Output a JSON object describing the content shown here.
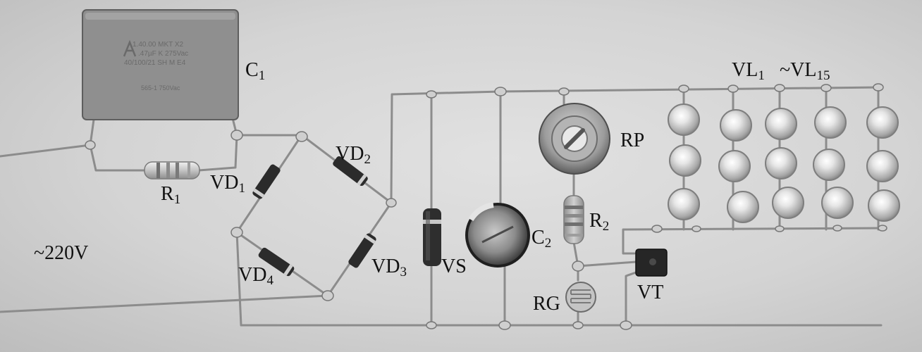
{
  "labels": {
    "c1": {
      "main": "C",
      "sub": "1"
    },
    "r1": {
      "main": "R",
      "sub": "1"
    },
    "vd1": {
      "main": "VD",
      "sub": "1"
    },
    "vd2": {
      "main": "VD",
      "sub": "2"
    },
    "vd3": {
      "main": "VD",
      "sub": "3"
    },
    "vd4": {
      "main": "VD",
      "sub": "4"
    },
    "vs": "VS",
    "c2": {
      "main": "C",
      "sub": "2"
    },
    "rp": "RP",
    "r2": {
      "main": "R",
      "sub": "2"
    },
    "rg": "RG",
    "vt": "VT",
    "vl_start": {
      "main": "VL",
      "sub": "1"
    },
    "vl_end": {
      "main": "~VL",
      "sub": "15"
    },
    "supply": "~220V"
  },
  "capacitor_print": {
    "line1": "1.40.00 MKT X2",
    "line2": ".47µF K 275Vac",
    "line3": "40/100/21 SH M E4",
    "line4": "565-1   750Vac"
  },
  "colors": {
    "background": "#d6d6d6",
    "wire": "#9a9a9a",
    "capacitor_body": "#8e8e8e",
    "label_text": "#111111"
  }
}
